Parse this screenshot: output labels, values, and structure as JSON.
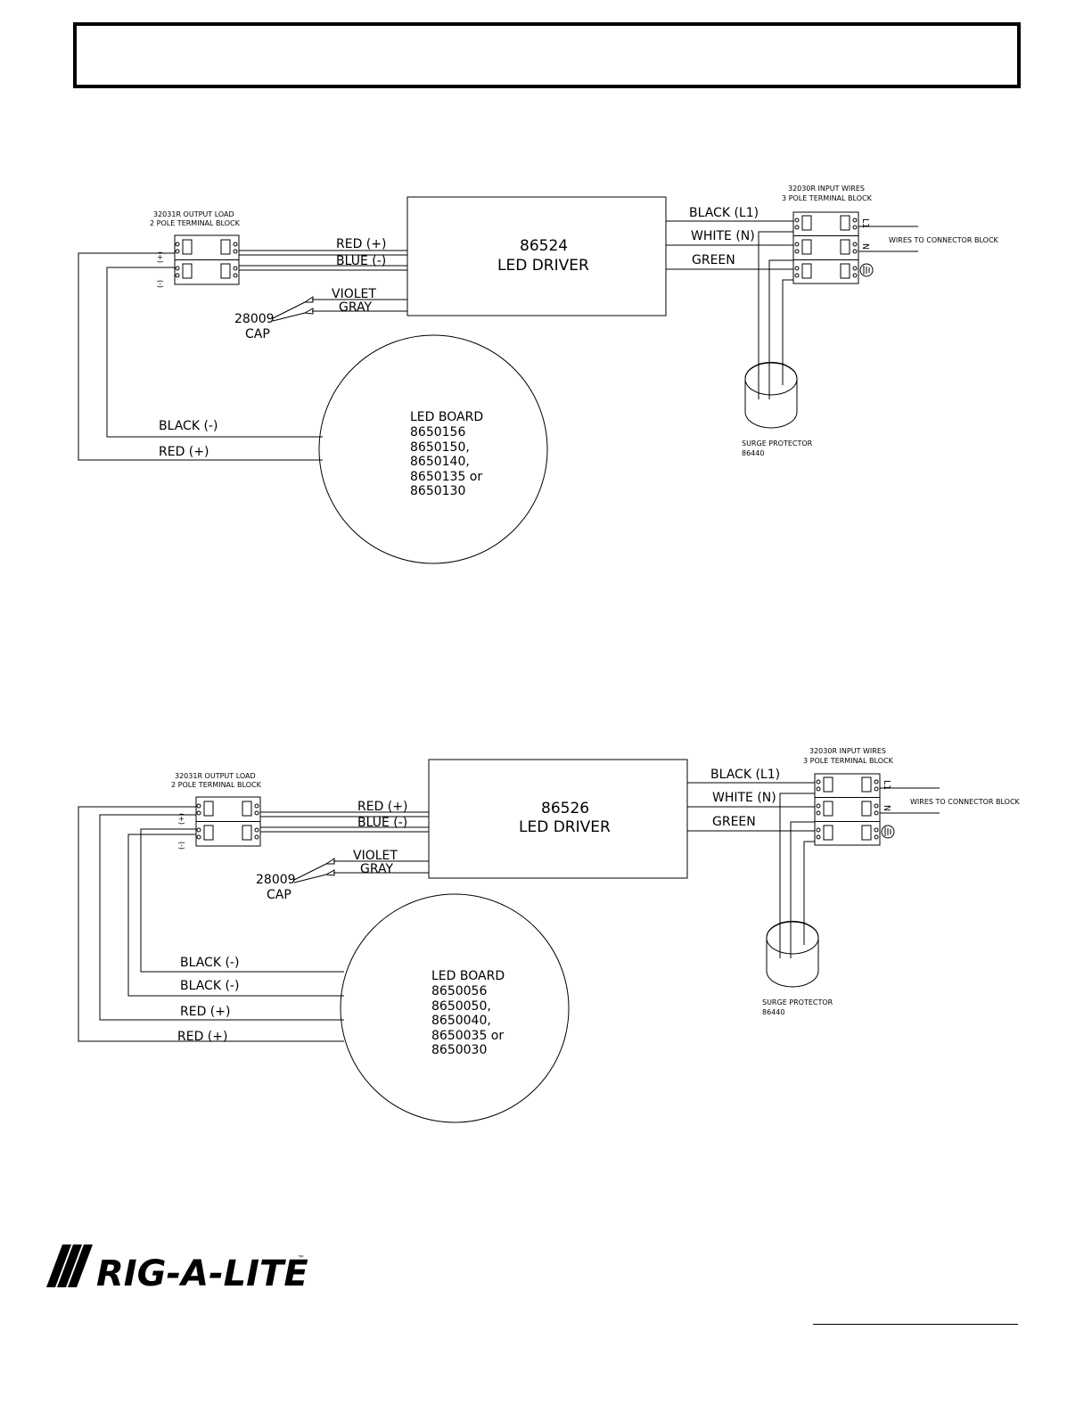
{
  "header": {
    "text": ""
  },
  "diagrams": [
    {
      "output_block": {
        "line1": "32031R  OUTPUT LOAD",
        "line2": "2 POLE TERMINAL  BLOCK",
        "pos_mark": "(+)",
        "neg_mark": "(-)"
      },
      "driver": {
        "number": "86524",
        "name": "LED DRIVER"
      },
      "driver_output_wires": [
        "RED (+)",
        "BLUE (-)"
      ],
      "dim_wires": [
        "VIOLET",
        "GRAY"
      ],
      "cap": {
        "number": "28009",
        "label": "CAP"
      },
      "input_block": {
        "line1": "32030R INPUT WIRES",
        "line2": "3 POLE TERMINAL BLOCK",
        "marks": [
          "L1",
          "N"
        ]
      },
      "input_wires": [
        "BLACK (L1)",
        "WHITE (N)",
        "GREEN"
      ],
      "connector_label": "WIRES TO CONNECTOR BLOCK",
      "surge": {
        "line1": "SURGE PROTECTOR",
        "line2": "86440"
      },
      "board_wires": [
        "BLACK (-)",
        "RED (+)"
      ],
      "led_board": {
        "title": "LED BOARD",
        "models": [
          "8650156",
          "8650150,",
          "8650140,",
          "8650135 or",
          "8650130"
        ]
      }
    },
    {
      "output_block": {
        "line1": "32031R  OUTPUT LOAD",
        "line2": "2 POLE TERMINAL  BLOCK",
        "pos_mark": "(+)",
        "neg_mark": "(-)"
      },
      "driver": {
        "number": "86526",
        "name": "LED DRIVER"
      },
      "driver_output_wires": [
        "RED (+)",
        "BLUE (-)"
      ],
      "dim_wires": [
        "VIOLET",
        "GRAY"
      ],
      "cap": {
        "number": "28009",
        "label": "CAP"
      },
      "input_block": {
        "line1": "32030R INPUT WIRES",
        "line2": "3 POLE TERMINAL BLOCK",
        "marks": [
          "L1",
          "N"
        ]
      },
      "input_wires": [
        "BLACK (L1)",
        "WHITE (N)",
        "GREEN"
      ],
      "connector_label": "WIRES TO CONNECTOR BLOCK",
      "surge": {
        "line1": "SURGE PROTECTOR",
        "line2": "86440"
      },
      "board_wires": [
        "BLACK (-)",
        "BLACK (-)",
        "RED (+)",
        "RED (+)"
      ],
      "led_board": {
        "title": "LED BOARD",
        "models": [
          "8650056",
          "8650050,",
          "8650040,",
          "8650035 or",
          "8650030"
        ]
      }
    }
  ],
  "logo": {
    "text": "RIG-A-LITE",
    "trademark": "™"
  },
  "colors": {
    "ink": "#000000",
    "paper": "#ffffff"
  }
}
